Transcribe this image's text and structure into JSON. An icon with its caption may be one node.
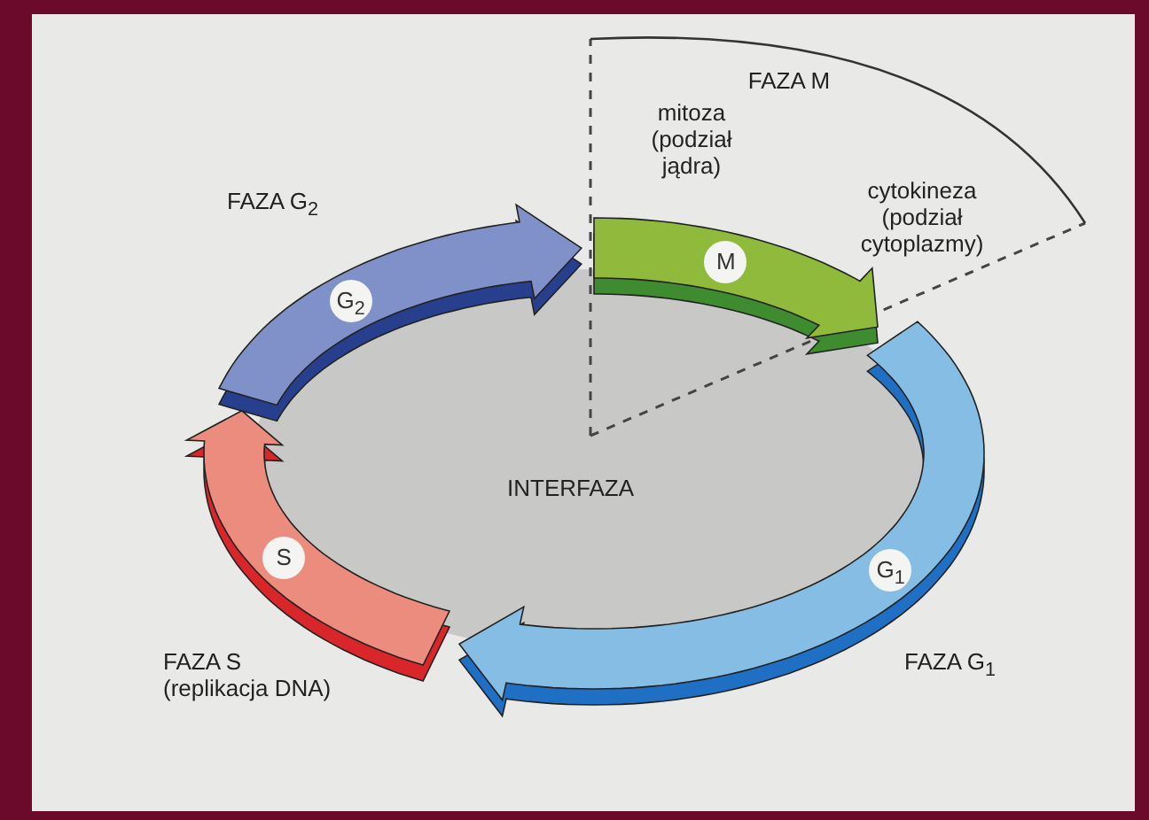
{
  "diagram": {
    "nodes": [
      {
        "text": [
          "M"
        ]
      },
      {
        "text": [
          "G$_{1}$"
        ],
        "beside": [
          "FAZA G$_{1}$"
        ]
      },
      {
        "text": [
          "S"
        ],
        "beside": [
          "FAZA S (replikacja DNA)"
        ]
      },
      {
        "text": [
          "G$_{2}$"
        ],
        "beside": [
          "FAZA G$_{2}$"
        ]
      }
    ],
    "edges": [],
    "labels": [
      "FAZA M",
      "mitoza (podział jądra)",
      "cytokineza (podział cytoplazmy)",
      "INTERFAZA"
    ]
  }
}
